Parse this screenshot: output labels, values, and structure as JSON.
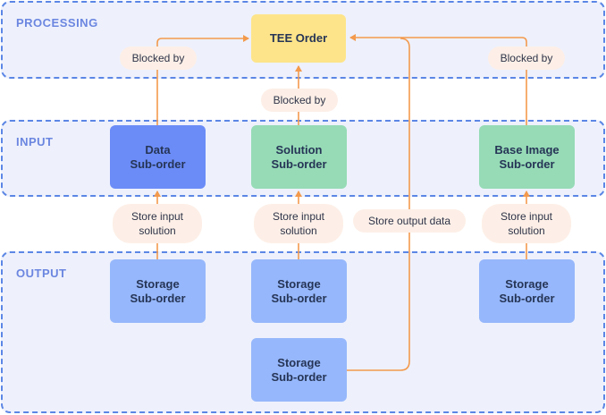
{
  "zones": {
    "processing": "PROCESSING",
    "input": "INPUT",
    "output": "OUTPUT"
  },
  "nodes": {
    "tee_order": "TEE Order",
    "data_sub": [
      "Data",
      "Sub-order"
    ],
    "solution_sub": [
      "Solution",
      "Sub-order"
    ],
    "base_image_sub": [
      "Base Image",
      "Sub-order"
    ],
    "storage1": [
      "Storage",
      "Sub-order"
    ],
    "storage2": [
      "Storage",
      "Sub-order"
    ],
    "storage3": [
      "Storage",
      "Sub-order"
    ],
    "storage4": [
      "Storage",
      "Sub-order"
    ]
  },
  "edge_labels": {
    "blocked_left": "Blocked by",
    "blocked_center": "Blocked by",
    "blocked_right": "Blocked by",
    "store_input_1": [
      "Store input",
      "solution"
    ],
    "store_input_2": [
      "Store input",
      "solution"
    ],
    "store_output": "Store output data",
    "store_input_3": [
      "Store input",
      "solution"
    ]
  },
  "colors": {
    "edge": "#f39a4d",
    "zone_border": "#5b86e5",
    "zone_fill": "#eef1fc",
    "tee": "#fde48a",
    "data": "#6b8cf7",
    "green": "#96dbb6",
    "storage": "#96b7fb",
    "pill": "#fdefe7"
  }
}
